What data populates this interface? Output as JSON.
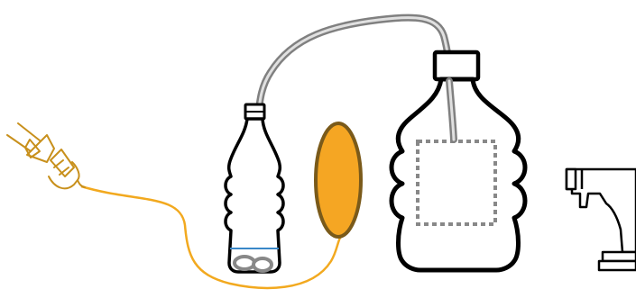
{
  "diagram": {
    "elements": [
      {
        "id": "power-plug",
        "icon": "power-plug-icon"
      },
      {
        "id": "small-bottle",
        "icon": "bottle-icon"
      },
      {
        "id": "large-bottle",
        "icon": "bottle-icon"
      },
      {
        "id": "balloon",
        "icon": "balloon-icon"
      },
      {
        "id": "tubing",
        "icon": "tube-icon"
      },
      {
        "id": "spray-nozzle",
        "icon": "spray-nozzle-icon"
      }
    ],
    "colors": {
      "outline": "#000000",
      "cable": "#f2a91f",
      "balloon_fill": "#f5a623",
      "balloon_stroke": "#7a5a1a",
      "tube_outer": "#808080",
      "tube_inner": "#e0e0e0",
      "liquid_line": "#3a88c8",
      "dotted_label": "#888888"
    }
  }
}
